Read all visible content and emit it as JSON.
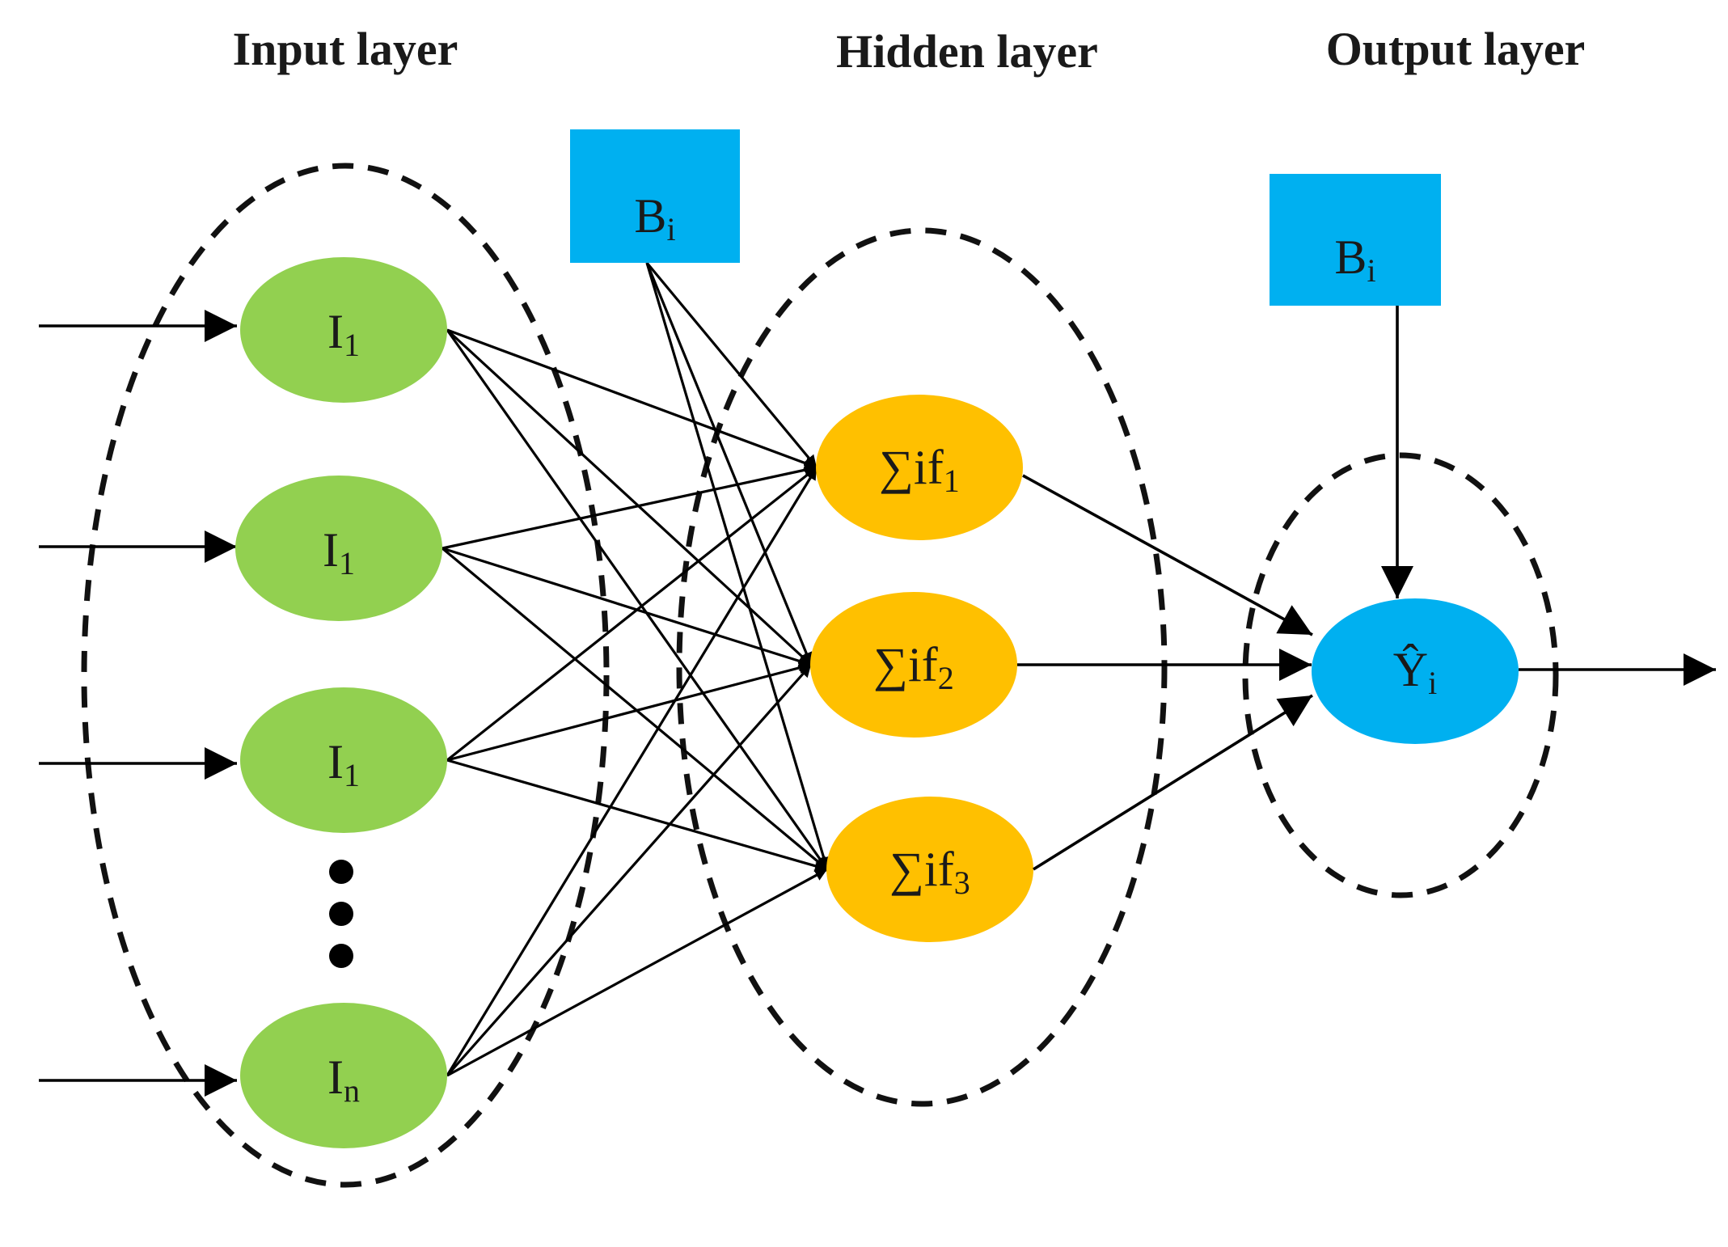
{
  "layers": {
    "input": "Input layer",
    "hidden": "Hidden layer",
    "output": "Output layer"
  },
  "colors": {
    "input_node": "#92d050",
    "hidden_node": "#ffc000",
    "output_node": "#00b0f0",
    "bias_box": "#00b0f0"
  },
  "input_nodes": [
    {
      "main": "I",
      "sub": "1"
    },
    {
      "main": "I",
      "sub": "1"
    },
    {
      "main": "I",
      "sub": "1"
    },
    {
      "main": "I",
      "sub": "n"
    }
  ],
  "hidden_nodes": [
    {
      "main": "∑if",
      "sub": "1"
    },
    {
      "main": "∑if",
      "sub": "2"
    },
    {
      "main": "∑if",
      "sub": "3"
    }
  ],
  "output_node": {
    "main": "Ŷ",
    "sub": "i"
  },
  "bias_hidden": {
    "main": "B",
    "sub": "i"
  },
  "bias_output": {
    "main": "B",
    "sub": "i"
  }
}
